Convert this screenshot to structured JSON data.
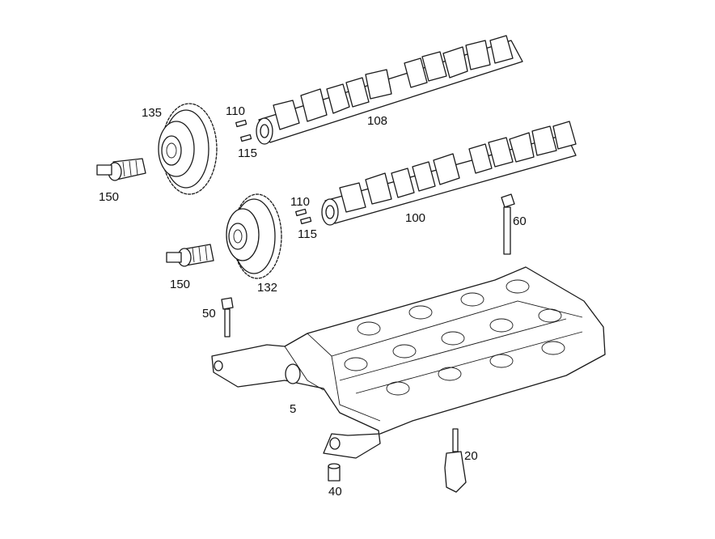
{
  "labels": {
    "p135": "135",
    "p110a": "110",
    "p115a": "115",
    "p108": "108",
    "p150a": "150",
    "p110b": "110",
    "p115b": "115",
    "p100": "100",
    "p60": "60",
    "p150b": "150",
    "p132": "132",
    "p50": "50",
    "p5": "5",
    "p20": "20",
    "p40": "40"
  },
  "colors": {
    "line": "#1a1a1a",
    "background": "#ffffff"
  }
}
